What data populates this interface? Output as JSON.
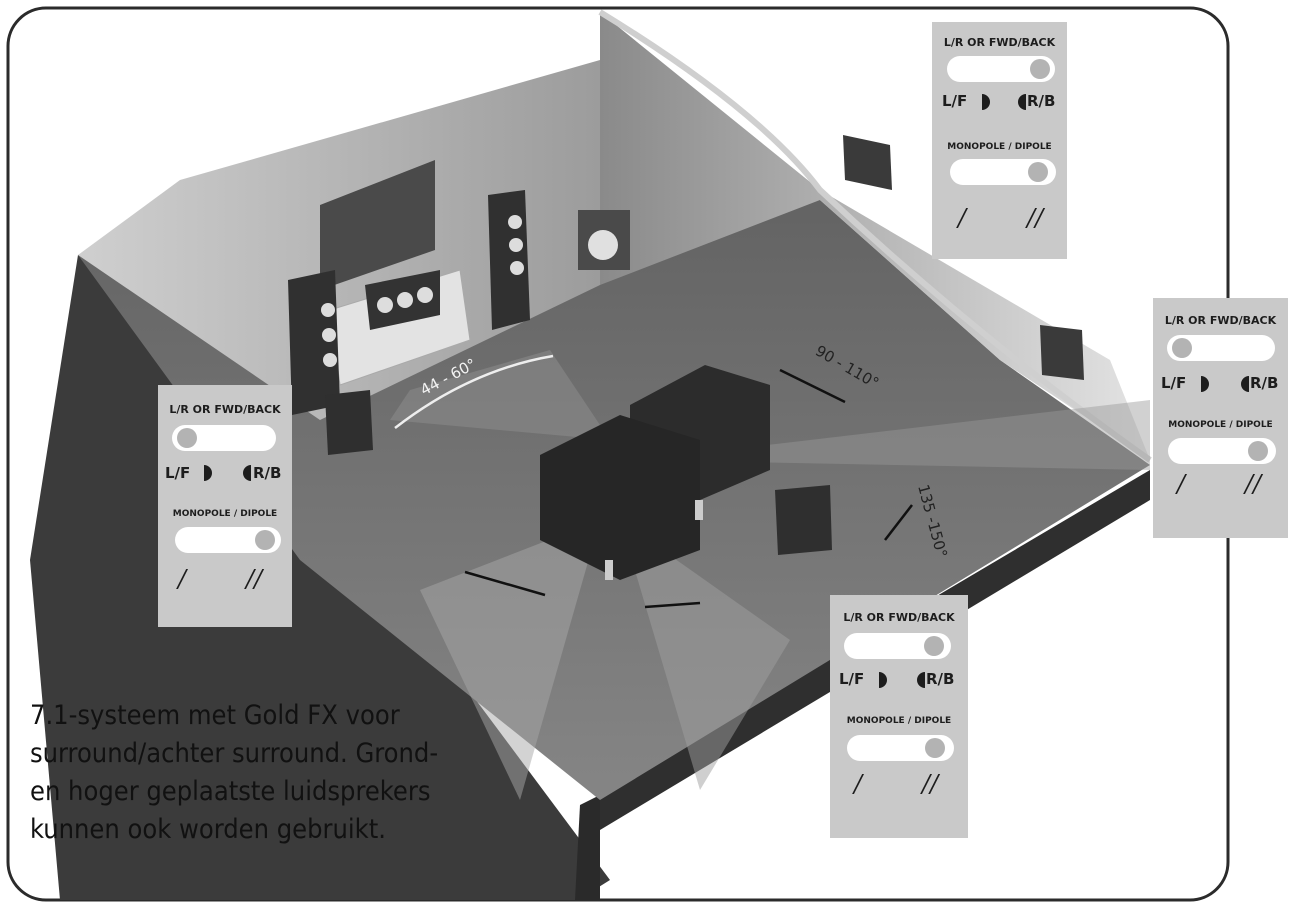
{
  "diagram": {
    "panels": {
      "front_right": {
        "header": "L/R OR FWD/BACK",
        "left_label": "L/F",
        "right_label": "R/B",
        "mode_header": "MONOPOLE / DIPOLE",
        "monopole_symbol": "/",
        "dipole_symbol": "//"
      },
      "side_right": {
        "header": "L/R OR FWD/BACK",
        "left_label": "L/F",
        "right_label": "R/B",
        "mode_header": "MONOPOLE / DIPOLE",
        "monopole_symbol": "/",
        "dipole_symbol": "//"
      },
      "side_left": {
        "header": "L/R OR FWD/BACK",
        "left_label": "L/F",
        "right_label": "R/B",
        "mode_header": "MONOPOLE / DIPOLE",
        "monopole_symbol": "/",
        "dipole_symbol": "//"
      },
      "rear": {
        "header": "L/R OR FWD/BACK",
        "left_label": "L/F",
        "right_label": "R/B",
        "mode_header": "MONOPOLE / DIPOLE",
        "monopole_symbol": "/",
        "dipole_symbol": "//"
      }
    },
    "angles": {
      "front": "44 - 60°",
      "side": "90 - 110°",
      "rear": "135 -150°"
    },
    "caption_lines": [
      "7.1-systeem met Gold FX voor",
      "surround/achter surround. Grond-",
      "en hoger geplaatste luidsprekers",
      "kunnen ook worden gebruikt."
    ],
    "colors": {
      "panel_bg": "#c9c9c9",
      "floor": "#6e6e6e",
      "wall": "#b9b9b9",
      "speaker": "#3a3a3a"
    }
  }
}
